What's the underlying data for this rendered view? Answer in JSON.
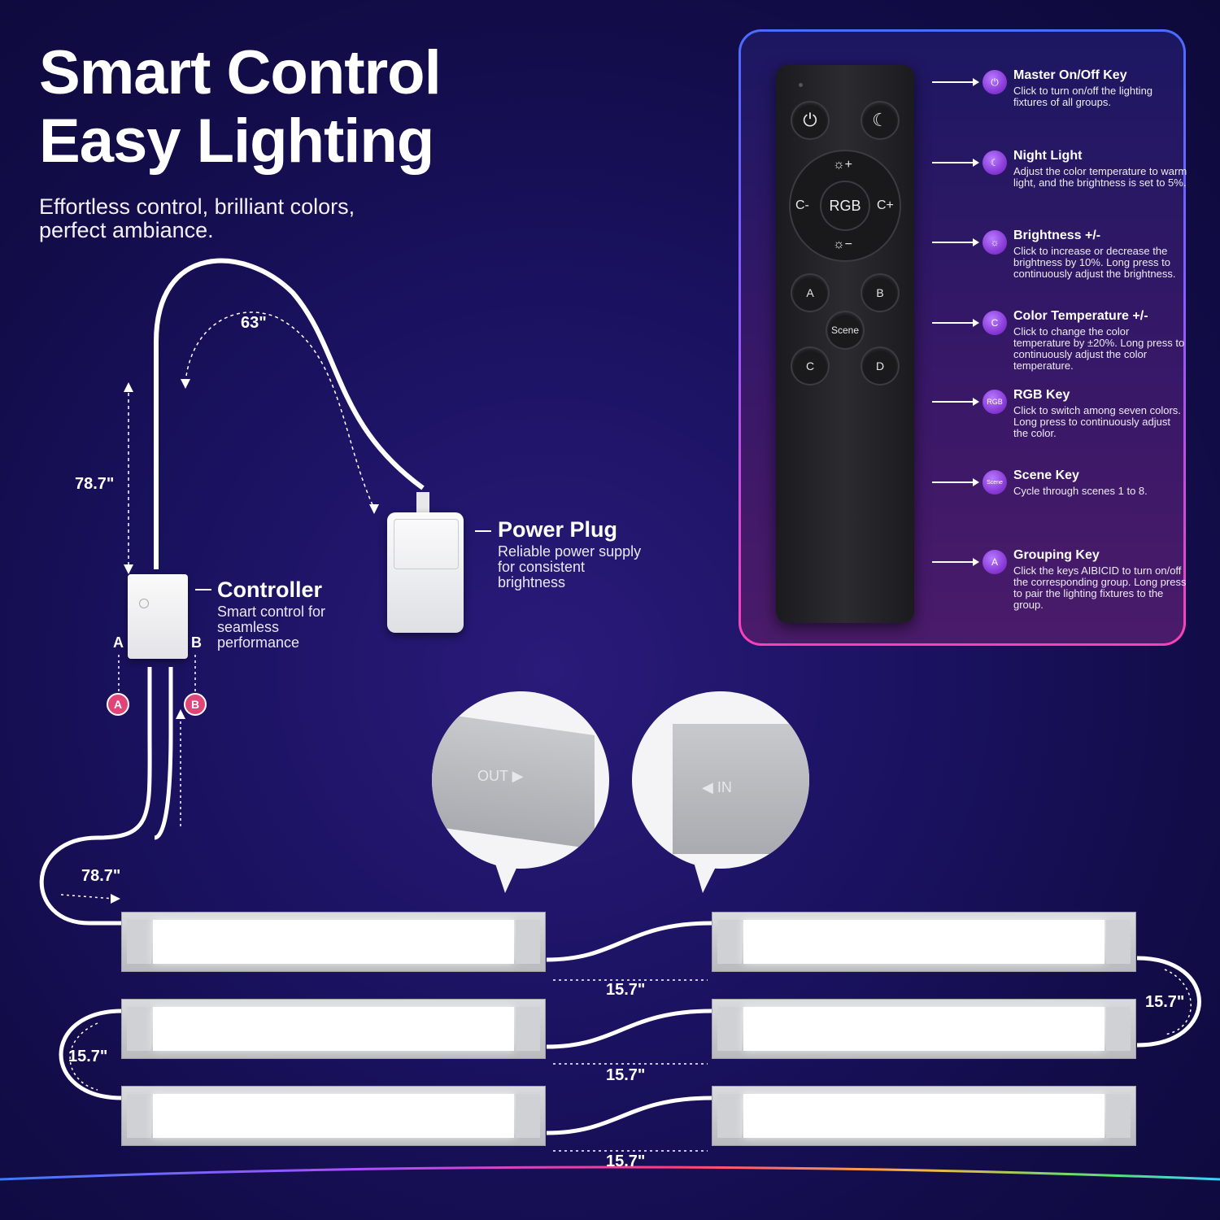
{
  "heading": {
    "line1": "Smart Control",
    "line2": "Easy Lighting",
    "subtitle": "Effortless control, brilliant colors, perfect ambiance."
  },
  "controller": {
    "title": "Controller",
    "desc": "Smart control for seamless performance",
    "port_a": "A",
    "port_b": "B"
  },
  "power_plug": {
    "title": "Power Plug",
    "desc": "Reliable power supply for consistent brightness"
  },
  "dimensions": {
    "cable_to_plug": "63\"",
    "controller_cable": "78.7\"",
    "feed_cable": "78.7\"",
    "link_1": "15.7\"",
    "link_2": "15.7\"",
    "link_3": "15.7\"",
    "link_right": "15.7\"",
    "link_left": "15.7\""
  },
  "connectors": {
    "out_label": "OUT ▶",
    "in_label": "◀ IN"
  },
  "remote": {
    "dial_center": "RGB",
    "dial_left": "C-",
    "dial_right": "C+",
    "dial_top": "☼+",
    "dial_bottom": "☼−",
    "scene_button": "Scene",
    "group_a": "A",
    "group_b": "B",
    "group_c": "C",
    "group_d": "D"
  },
  "keys": [
    {
      "title": "Master On/Off Key",
      "desc": "Click to turn on/off the lighting fixtures of all groups.",
      "icon": "power-icon",
      "glyph": "⏻"
    },
    {
      "title": "Night Light",
      "desc": "Adjust the color temperature to warm light, and the brightness is set to 5%.",
      "icon": "moon-icon",
      "glyph": "☾"
    },
    {
      "title": "Brightness +/-",
      "desc": "Click to increase or decrease the brightness by 10%. Long press to continuously adjust the brightness.",
      "icon": "sun-icon",
      "glyph": "☼"
    },
    {
      "title": "Color Temperature +/-",
      "desc": "Click to change the color temperature by ±20%. Long press to continuously adjust the color temperature.",
      "icon": "c-icon",
      "glyph": "C"
    },
    {
      "title": "RGB Key",
      "desc": "Click to switch among seven colors. Long press to continuously adjust the color.",
      "icon": "rgb-icon",
      "glyph": "RGB"
    },
    {
      "title": "Scene Key",
      "desc": "Cycle through scenes 1 to 8.",
      "icon": "scene-icon",
      "glyph": "Scene"
    },
    {
      "title": "Grouping Key",
      "desc": "Click the keys AIBICID to turn on/off the corresponding group. Long press to pair the lighting fixtures to the group.",
      "icon": "bulb-icon",
      "glyph": "A"
    }
  ],
  "colors": {
    "accent_purple": "#8a3cd8",
    "port_pink": "#e0457a",
    "bg_dark": "#120c48"
  }
}
